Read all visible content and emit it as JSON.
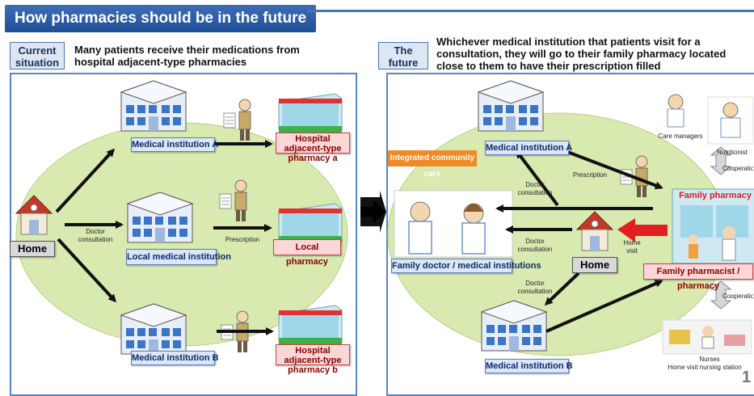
{
  "title": "How pharmacies should be in the future",
  "left": {
    "tag": "Current situation",
    "heading": "Many patients receive their medications from hospital adjacent-type pharmacies",
    "home": "Home",
    "doctor_consultation": "Doctor consultation",
    "prescription": "Prescription",
    "inst_a": "Medical institution A",
    "inst_local": "Local medical institution",
    "inst_b": "Medical institution B",
    "pharm_a": "Hospital adjacent-type pharmacy a",
    "pharm_local": "Local pharmacy",
    "pharm_b": "Hospital adjacent-type pharmacy b"
  },
  "right": {
    "tag": "The future",
    "heading": "Whichever medical institution that patients visit for a consultation, they will go to their family pharmacy located close to them to have their prescription filled",
    "integrated": "Integrated community care",
    "inst_a": "Medical institution A",
    "inst_b": "Medical institution B",
    "family_doctor": "Family doctor / medical institutions",
    "home": "Home",
    "doctor_consultation_1": "Doctor consultation",
    "doctor_consultation_2": "Doctor consultation",
    "doctor_consultation_3": "Doctor consultation",
    "prescription": "Prescription",
    "home_visit": "Home visit",
    "family_pharmacy": "Family pharmacy",
    "family_pharmacist": "Family pharmacist / pharmacy",
    "care_managers": "Care managers",
    "nutritionist": "Nutritionist",
    "cooperation_1": "Cooperation",
    "cooperation_2": "Cooperation",
    "nurses": "Nurses",
    "nursing_station": "Home visit nursing station"
  },
  "page_number": "1",
  "colors": {
    "accent": "#2b5aa5",
    "panel_border": "#5a83c4",
    "ellipse": "#d8eab0",
    "red": "#e02020"
  }
}
